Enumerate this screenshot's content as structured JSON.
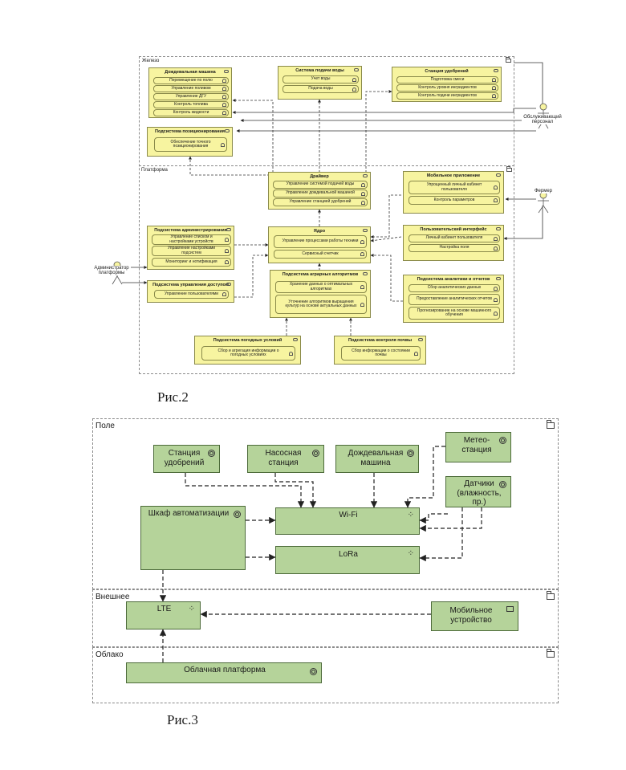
{
  "fig2": {
    "caption": "Рис.2",
    "groups": {
      "hardware": "Железо",
      "platform": "Платформа"
    },
    "rain_machine": {
      "title": "Дождевальная машина",
      "rows": [
        "Перемещение по полю",
        "Управление поливом",
        "Управление ДГУ",
        "Контроль топлива",
        "Контроль жидкости"
      ]
    },
    "water_system": {
      "title": "Система подачи воды",
      "rows": [
        "Учет воды",
        "Подача воды"
      ]
    },
    "fert_station": {
      "title": "Станция удобрений",
      "rows": [
        "Подготовка смеси",
        "Контроль уровня ингридиентов",
        "Контроль подачи ингридиентов"
      ]
    },
    "positioning": {
      "title": "Подсистема позиционирования",
      "rows": [
        "Обеспечение точного позиционирования"
      ]
    },
    "driver": {
      "title": "Драйвер",
      "rows": [
        "Управление системой подачей воды",
        "Управление дождевальной машиной",
        "Управление станцией удобрений"
      ]
    },
    "mobile_app": {
      "title": "Мобильное приложение",
      "rows": [
        "Упрощенный личный кабинет пользователя",
        "Контроль параметров"
      ]
    },
    "admin_sub": {
      "title": "Подсистема администрирования",
      "rows": [
        "Управление списком и настройками устройств",
        "Управление настройками подсистем",
        "Мониторинг и нотификация"
      ]
    },
    "core": {
      "title": "Ядро",
      "rows": [
        "Управление процессами работы техники",
        "Сервисный счетчик"
      ]
    },
    "ui": {
      "title": "Пользовательский интерфейс",
      "rows": [
        "Личный кабинет пользователя",
        "Настройка поля"
      ]
    },
    "access": {
      "title": "Подсистема управления доступом",
      "rows": [
        "Управление пользователями"
      ]
    },
    "agro": {
      "title": "Подсистема аграрных алгоритмов",
      "rows": [
        "Хранение данных о оптимальных алгоритмах",
        "Уточнение алгоритмов выращения культур на основе актуальных данных"
      ]
    },
    "analytics": {
      "title": "Подсистема аналитики и отчетов",
      "rows": [
        "Сбор аналитических данных",
        "Предоставление аналитических отчетов",
        "Прогнозирование на основе машинного обучения"
      ]
    },
    "weather": {
      "title": "Подсистема погодных условий",
      "rows": [
        "Сбор и агрегация информации о погодных условиях"
      ]
    },
    "soil": {
      "title": "Подсистема контроля почвы",
      "rows": [
        "Сбор информации о состоянии почвы"
      ]
    },
    "actors": {
      "staff": "Обслуживающий персонал",
      "farmer": "Фермер",
      "admin": "Администратор платформы"
    }
  },
  "fig3": {
    "caption": "Рис.3",
    "groups": {
      "field": "Поле",
      "external": "Внешнее",
      "cloud": "Облако"
    },
    "nodes": {
      "fert_station": "Станция удобрений",
      "pump_station": "Насосная станция",
      "rain_machine": "Дождевальная машина",
      "meteo": "Метео-станция",
      "sensors": "Датчики (влажность, пр.)",
      "cabinet": "Шкаф автоматизации",
      "wifi": "Wi-Fi",
      "lora": "LoRa",
      "lte": "LTE",
      "mobile": "Мобильное устройство",
      "cloud_platform": "Облачная платформа"
    }
  },
  "colors": {
    "fig2_box": "#f7f4a0",
    "fig3_box": "#b5d39a"
  }
}
